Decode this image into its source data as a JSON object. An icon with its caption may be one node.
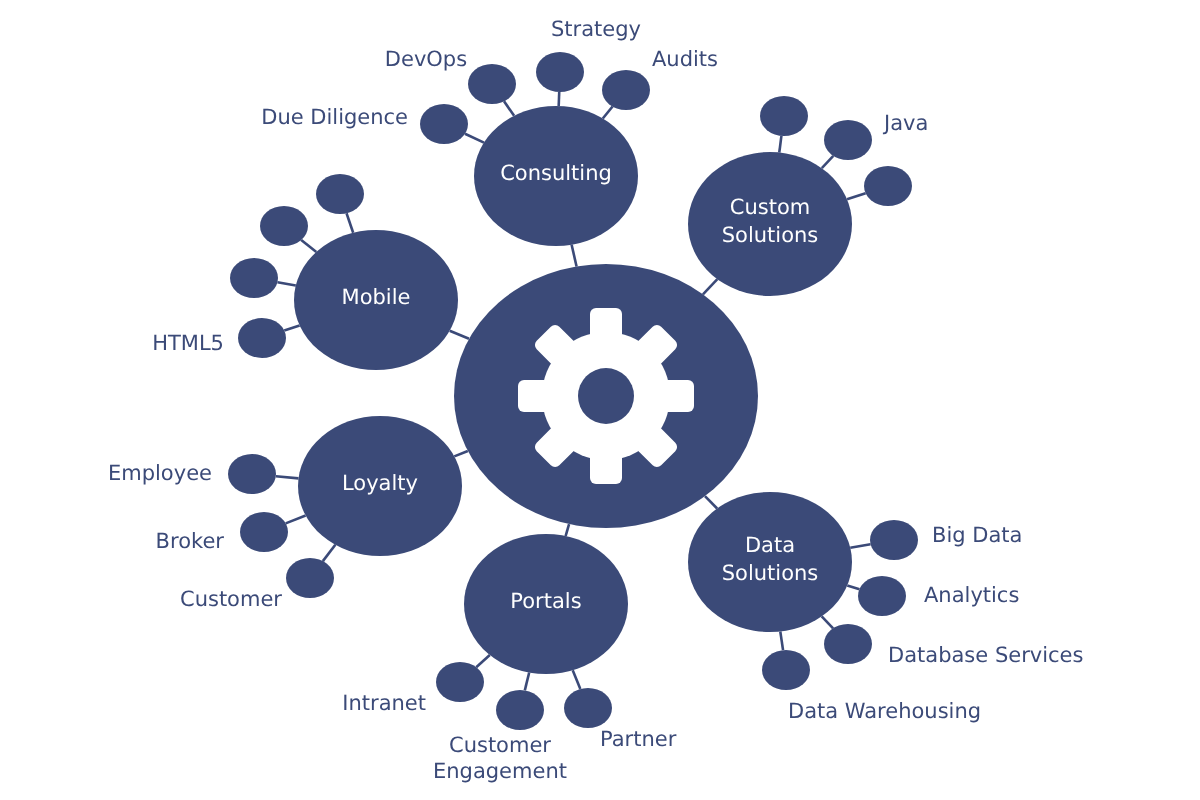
{
  "diagram": {
    "nodes": [
      {
        "text": [],
        "shape": "circle"
      },
      {
        "text": [
          "Consulting"
        ]
      },
      {
        "text": [],
        "shape": "circle",
        "beside": [
          "Due Diligence"
        ]
      },
      {
        "text": [],
        "shape": "circle",
        "beside": [
          "DevOps"
        ]
      },
      {
        "text": [],
        "shape": "circle",
        "beside": [
          "Strategy"
        ]
      },
      {
        "text": [],
        "shape": "circle",
        "beside": [
          "Audits"
        ]
      },
      {
        "text": [
          "Custom Solutions"
        ]
      },
      {
        "text": [],
        "shape": "circle"
      },
      {
        "text": [],
        "shape": "circle",
        "beside": [
          "Java"
        ]
      },
      {
        "text": [],
        "shape": "circle"
      },
      {
        "text": [
          "Mobile"
        ]
      },
      {
        "text": [],
        "shape": "circle"
      },
      {
        "text": [],
        "shape": "circle"
      },
      {
        "text": [],
        "shape": "circle"
      },
      {
        "text": [],
        "shape": "circle",
        "beside": [
          "HTML5"
        ]
      },
      {
        "text": [
          "Loyalty"
        ]
      },
      {
        "text": [],
        "shape": "circle",
        "beside": [
          "Employee"
        ]
      },
      {
        "text": [],
        "shape": "circle",
        "beside": [
          "Broker"
        ]
      },
      {
        "text": [],
        "shape": "circle",
        "beside": [
          "Customer"
        ]
      },
      {
        "text": [
          "Portals"
        ]
      },
      {
        "text": [],
        "shape": "circle",
        "beside": [
          "Intranet"
        ]
      },
      {
        "text": [],
        "shape": "circle",
        "beside": [
          "Customer Engagement"
        ]
      },
      {
        "text": [],
        "shape": "circle",
        "beside": [
          "Partner"
        ]
      },
      {
        "text": [
          "Data Solutions"
        ]
      },
      {
        "text": [],
        "shape": "circle",
        "beside": [
          "Big Data"
        ]
      },
      {
        "text": [],
        "shape": "circle",
        "beside": [
          "Analytics"
        ]
      },
      {
        "text": [],
        "shape": "circle",
        "beside": [
          "Database Services"
        ]
      },
      {
        "text": [],
        "shape": "circle",
        "beside": [
          "Data Warehousing"
        ]
      }
    ],
    "edges": [
      {
        "from": 0,
        "to": 1,
        "arrow": "none"
      },
      {
        "from": 0,
        "to": 6,
        "arrow": "none"
      },
      {
        "from": 0,
        "to": 10,
        "arrow": "none"
      },
      {
        "from": 0,
        "to": 15,
        "arrow": "none"
      },
      {
        "from": 0,
        "to": 19,
        "arrow": "none"
      },
      {
        "from": 0,
        "to": 23,
        "arrow": "none"
      },
      {
        "from": 1,
        "to": 2,
        "arrow": "none"
      },
      {
        "from": 1,
        "to": 3,
        "arrow": "none"
      },
      {
        "from": 1,
        "to": 4,
        "arrow": "none"
      },
      {
        "from": 1,
        "to": 5,
        "arrow": "none"
      },
      {
        "from": 6,
        "to": 7,
        "arrow": "none"
      },
      {
        "from": 6,
        "to": 8,
        "arrow": "none"
      },
      {
        "from": 6,
        "to": 9,
        "arrow": "none"
      },
      {
        "from": 10,
        "to": 11,
        "arrow": "none"
      },
      {
        "from": 10,
        "to": 12,
        "arrow": "none"
      },
      {
        "from": 10,
        "to": 13,
        "arrow": "none"
      },
      {
        "from": 10,
        "to": 14,
        "arrow": "none"
      },
      {
        "from": 15,
        "to": 16,
        "arrow": "none"
      },
      {
        "from": 15,
        "to": 17,
        "arrow": "none"
      },
      {
        "from": 15,
        "to": 18,
        "arrow": "none"
      },
      {
        "from": 19,
        "to": 20,
        "arrow": "none"
      },
      {
        "from": 19,
        "to": 21,
        "arrow": "none"
      },
      {
        "from": 19,
        "to": 22,
        "arrow": "none"
      },
      {
        "from": 23,
        "to": 24,
        "arrow": "none"
      },
      {
        "from": 23,
        "to": 25,
        "arrow": "none"
      },
      {
        "from": 23,
        "to": 26,
        "arrow": "none"
      },
      {
        "from": 23,
        "to": 27,
        "arrow": "none"
      }
    ]
  }
}
